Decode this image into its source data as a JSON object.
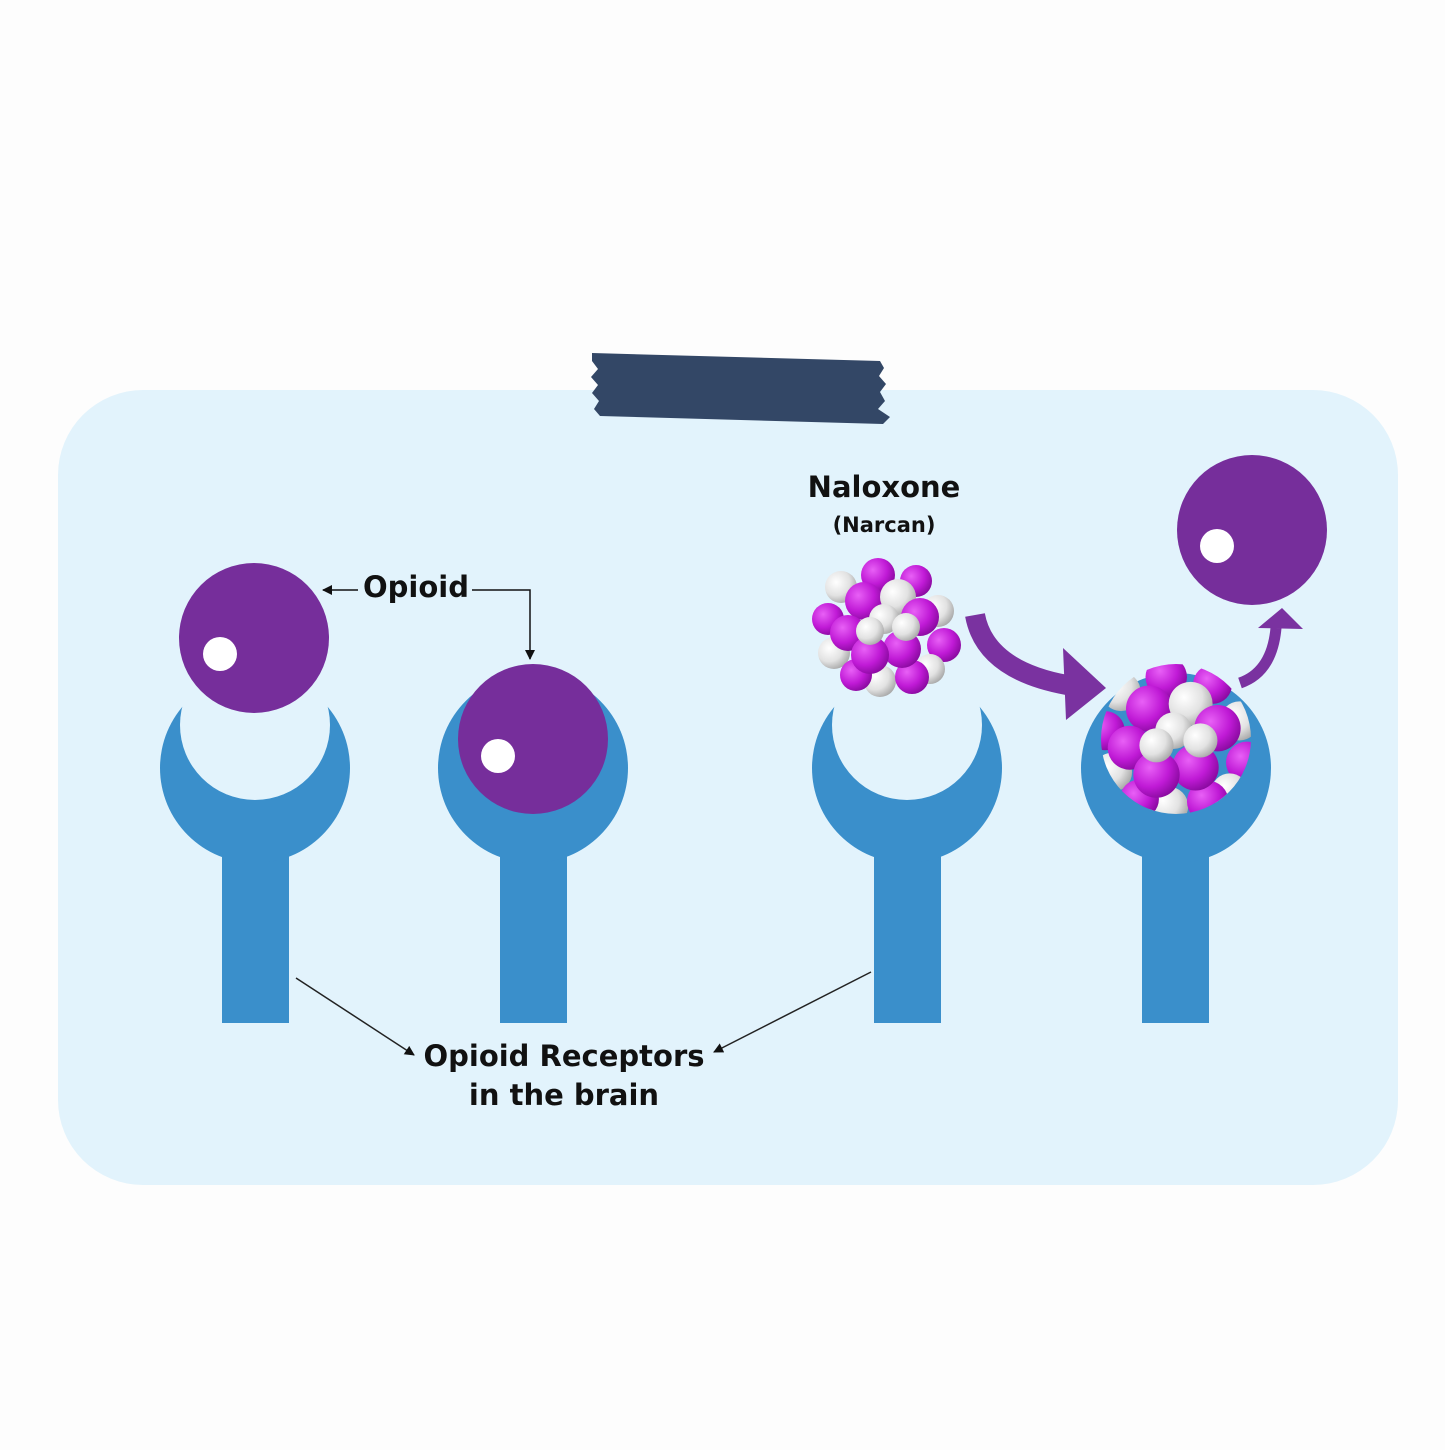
{
  "labels": {
    "opioid": "Opioid",
    "naloxone_name": "Naloxone",
    "naloxone_brand": "(Narcan)",
    "receptors_line1": "Opioid Receptors",
    "receptors_line2": "in the brain"
  },
  "colors": {
    "page_background": "#fdfdfd",
    "panel_background": "#e2f3fc",
    "tape": "#334766",
    "receptor": "#3a8fcb",
    "opioid": "#762e9b",
    "opioid_highlight": "#ffffff",
    "naloxone_magenta": "#c01ad6",
    "naloxone_white": "#e6e6e6",
    "arrow_purple": "#7a32a0",
    "leader_line": "#222222"
  },
  "icons": {
    "opioid": "purple-sphere-icon",
    "naloxone": "molecule-cluster-icon",
    "receptor": "receptor-y-shape-icon"
  }
}
